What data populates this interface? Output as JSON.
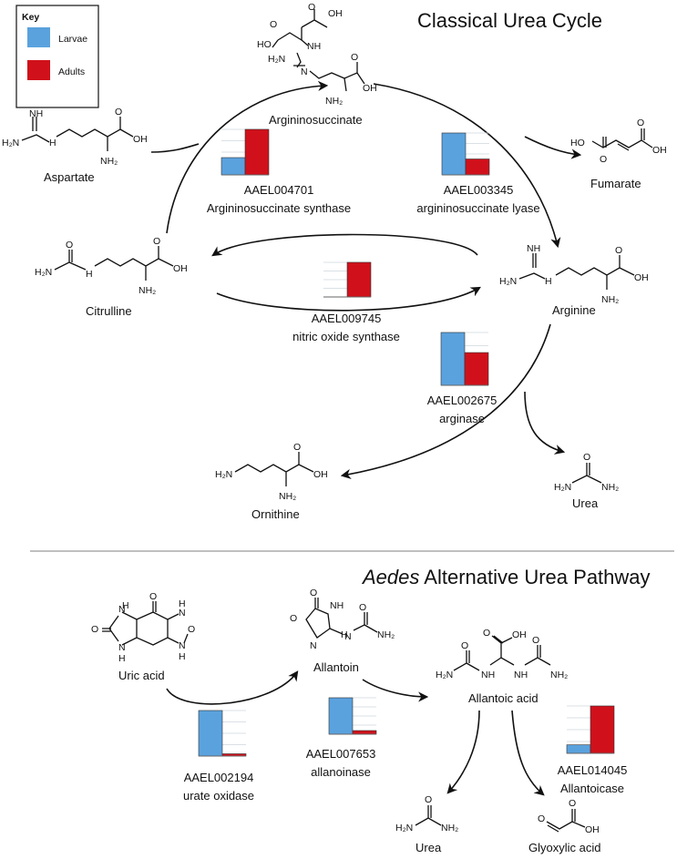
{
  "titles": {
    "classical": "Classical Urea Cycle",
    "alternative_italic": "Aedes",
    "alternative_rest": " Alternative Urea Pathway"
  },
  "key": {
    "heading": "Key",
    "items": [
      {
        "label": "Larvae",
        "color": "#5aa2de"
      },
      {
        "label": "Adults",
        "color": "#d0111b"
      }
    ]
  },
  "compounds": {
    "aspartate": "Aspartate",
    "argininosuccinate": "Argininosuccinate",
    "fumarate": "Fumarate",
    "citrulline": "Citrulline",
    "arginine": "Arginine",
    "ornithine": "Ornithine",
    "urea_1": "Urea",
    "uric_acid": "Uric acid",
    "allantoin": "Allantoin",
    "allantoic_acid": "Allantoic acid",
    "urea_2": "Urea",
    "glyoxylic_acid": "Glyoxylic acid"
  },
  "atoms": {
    "NH": "NH",
    "H2N": "H₂N",
    "NH2": "NH₂",
    "OH": "OH",
    "HO": "HO",
    "O": "O",
    "N": "N",
    "H": "H"
  },
  "enzymes": [
    {
      "id": "AAEL004701",
      "name": "Argininosuccinate synthase",
      "larvae": 0.38,
      "adults": 1.0
    },
    {
      "id": "AAEL003345",
      "name": "argininosuccinate lyase",
      "larvae": 1.0,
      "adults": 0.38
    },
    {
      "id": "AAEL009745",
      "name": "nitric oxide synthase",
      "larvae": 0.0,
      "adults": 1.0
    },
    {
      "id": "AAEL002675",
      "name": "arginase",
      "larvae": 1.0,
      "adults": 0.62
    },
    {
      "id": "AAEL002194",
      "name": "urate oxidase",
      "larvae": 1.0,
      "adults": 0.05
    },
    {
      "id": "AAEL007653",
      "name": "allanoinase",
      "larvae": 1.0,
      "adults": 0.1
    },
    {
      "id": "AAEL014045",
      "name": "Allantoicase",
      "larvae": 0.18,
      "adults": 1.0
    }
  ],
  "colors": {
    "larvae": "#5aa2de",
    "adults": "#d0111b",
    "grid": "#cfd6dc"
  }
}
